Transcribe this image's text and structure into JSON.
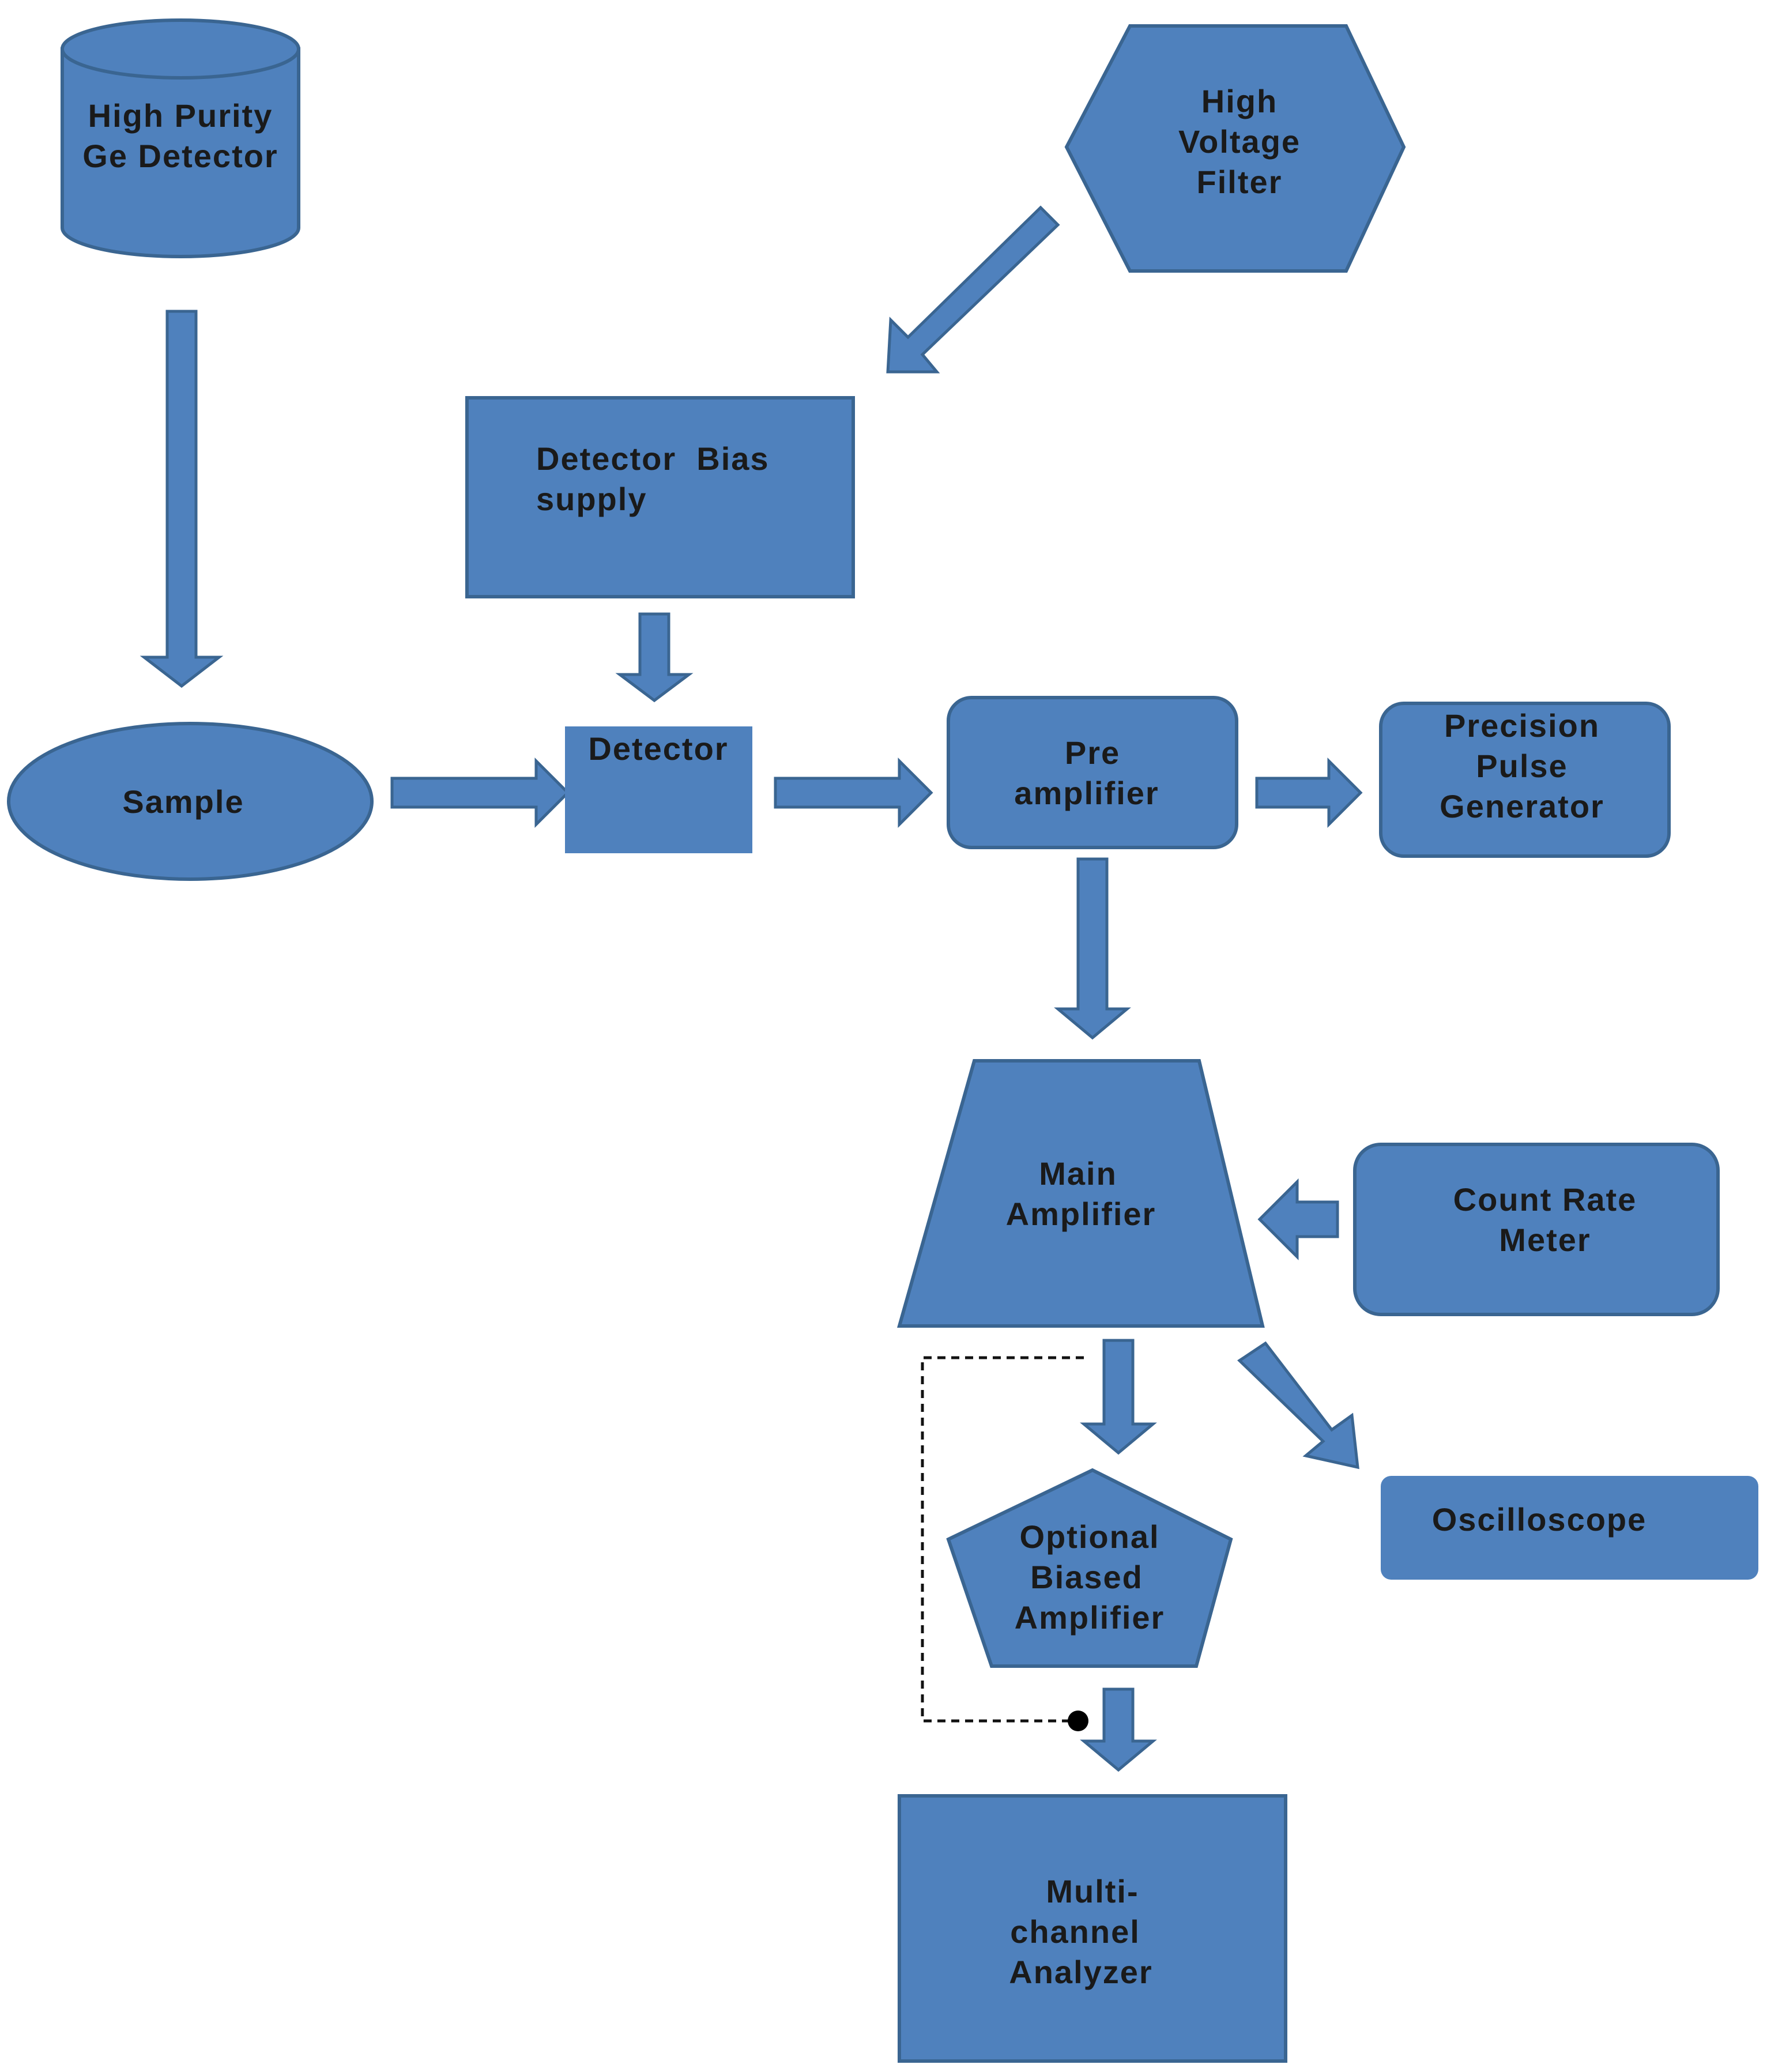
{
  "nodes": {
    "hpge_detector": {
      "lines": [
        "High Purity",
        "Ge Detector"
      ]
    },
    "high_voltage_filter": {
      "lines": [
        "High",
        "Voltage",
        "Filter"
      ]
    },
    "detector_bias_supply": {
      "lines": [
        "Detector  Bias",
        "supply"
      ]
    },
    "sample": {
      "lines": [
        "Sample"
      ]
    },
    "detector": {
      "lines": [
        "Detector"
      ]
    },
    "pre_amplifier": {
      "lines": [
        "Pre",
        "amplifier"
      ]
    },
    "precision_pulse_generator": {
      "lines": [
        "Precision",
        "Pulse",
        "Generator"
      ]
    },
    "main_amplifier": {
      "lines": [
        "Main",
        "Amplifier"
      ]
    },
    "count_rate_meter": {
      "lines": [
        "Count Rate",
        "Meter"
      ]
    },
    "optional_biased_amplifier": {
      "lines": [
        "Optional",
        "Biased",
        "Amplifier"
      ]
    },
    "oscilloscope": {
      "lines": [
        "Oscilloscope"
      ]
    },
    "multichannel_analyzer": {
      "lines": [
        "Multi-",
        "channel",
        "Analyzer"
      ]
    }
  },
  "colors": {
    "node_fill": "#4f81bd",
    "node_stroke": "#3a6591",
    "text": "#1a1a1a",
    "connector": "#111111"
  }
}
